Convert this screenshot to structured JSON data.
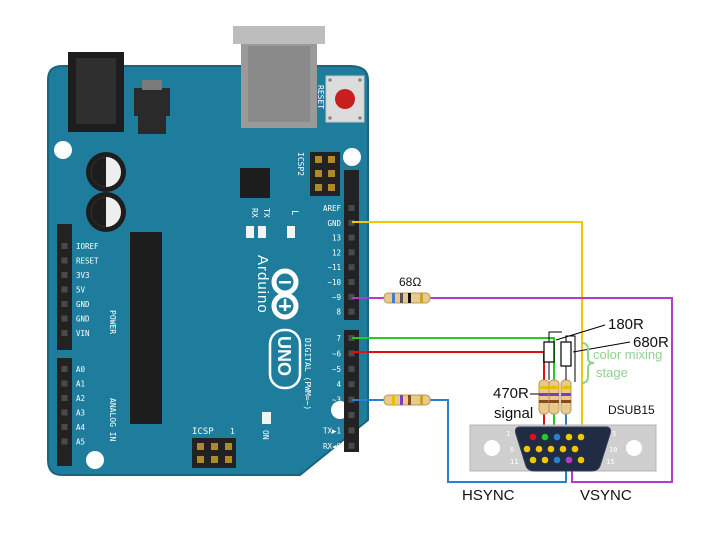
{
  "board": {
    "name": "Arduino",
    "model": "UNO",
    "reset_label": "RESET",
    "icsp2_label": "ICSP2",
    "icsp_label": "ICSP",
    "icsp_pin1": "1",
    "tx_label": "TX",
    "rx_label": "RX",
    "l_label": "L",
    "on_label": "ON",
    "power_label": "POWER",
    "analog_label": "ANALOG IN",
    "digital_label": "DIGITAL (PWM=~)",
    "power_pins": [
      "IOREF",
      "RESET",
      "3V3",
      "5V",
      "GND",
      "GND",
      "VIN"
    ],
    "analog_pins": [
      "A0",
      "A1",
      "A2",
      "A3",
      "A4",
      "A5"
    ],
    "digital_top_pins": [
      "AREF",
      "GND",
      "13",
      "12",
      "~11",
      "~10",
      "~9",
      "8"
    ],
    "digital_bottom_pins": [
      "7",
      "~6",
      "~5",
      "4",
      "~3",
      "2",
      "TX▶1",
      "RX◀0"
    ],
    "colors": {
      "board": "#1e7d9c",
      "board_dark": "#17657f",
      "header": "#222222"
    }
  },
  "annotations": {
    "r_vsync": "68Ω",
    "r_180": "180R",
    "r_680": "680R",
    "color_mixing": "color mixing",
    "stage": "stage",
    "r_470": "470R",
    "signal": "signal",
    "dsub": "DSUB15",
    "hsync": "HSYNC",
    "vsync": "VSYNC"
  },
  "connector": {
    "pin_1": "1",
    "pin_5": "5",
    "pin_6": "6",
    "pin_10": "10",
    "pin_11": "11",
    "pin_15": "15"
  },
  "wire_colors": {
    "gnd": "#f2c700",
    "vsync": "#b03cc8",
    "green": "#22cc22",
    "red": "#dd1111",
    "hsync": "#2b7fd0",
    "annotation_green": "#8fd18f"
  }
}
